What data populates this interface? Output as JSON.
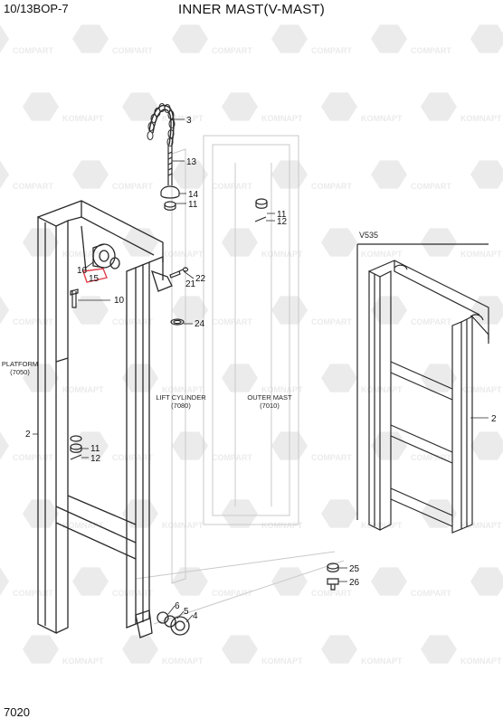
{
  "header": {
    "model": "10/13BOP-7",
    "title": "INNER MAST(V-MAST)"
  },
  "page_number": "7020",
  "watermark": {
    "text_a": "KOMNAPT",
    "text_b": "COMPART"
  },
  "callouts": {
    "c3": "3",
    "c13": "13",
    "c14": "14",
    "c11a": "11",
    "c11b": "11",
    "c12a": "12",
    "c16": "16",
    "c15": "15",
    "c10": "10",
    "c22": "22",
    "c21": "21",
    "c24": "24",
    "c11c": "11",
    "c12b": "12",
    "c2a": "2",
    "c2b": "2",
    "c25": "25",
    "c26": "26",
    "c6": "6",
    "c5": "5",
    "c4": "4"
  },
  "labels": {
    "platform": "PLATFORM",
    "platform_code": "(7050)",
    "lift_cylinder": "LIFT CYLINDER",
    "lift_cylinder_code": "(7080)",
    "outer_mast": "OUTER MAST",
    "outer_mast_code": "(7010)",
    "variant": "V535"
  },
  "colors": {
    "line": "#2a2a2a",
    "faint": "#c9c9c9",
    "watermark": "#ebebeb",
    "highlight": "#e0404a"
  }
}
